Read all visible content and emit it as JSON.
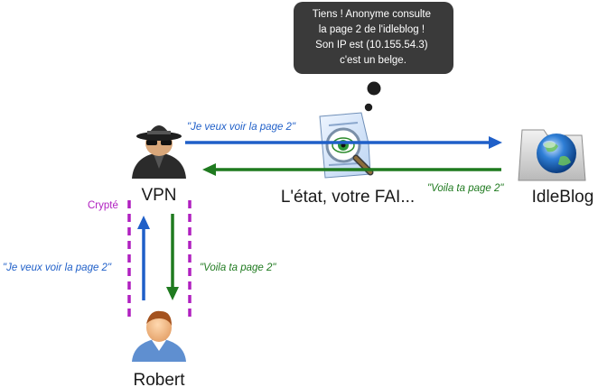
{
  "bubble": {
    "lines": [
      "Tiens ! Anonyme consulte",
      "la page 2 de l'idleblog !",
      "Son IP est (10.155.54.3)",
      "c'est un belge."
    ]
  },
  "nodes": {
    "vpn": "VPN",
    "fai": "L'état, votre FAI...",
    "idleblog": "IdleBlog",
    "robert": "Robert"
  },
  "messages": {
    "request_top": "\"Je veux voir la page 2\"",
    "response_top": "\"Voila ta page 2\"",
    "request_left": "\"Je veux voir la page 2\"",
    "response_left": "\"Voila ta page 2\""
  },
  "tunnel_label": "Crypté",
  "colors": {
    "request": "#1f5fc8",
    "response": "#1f7a1f",
    "tunnel": "#b020c0",
    "bubble": "#3a3a3a"
  },
  "icons": [
    "spy-icon",
    "magnifier-document-icon",
    "globe-folder-icon",
    "user-icon"
  ]
}
